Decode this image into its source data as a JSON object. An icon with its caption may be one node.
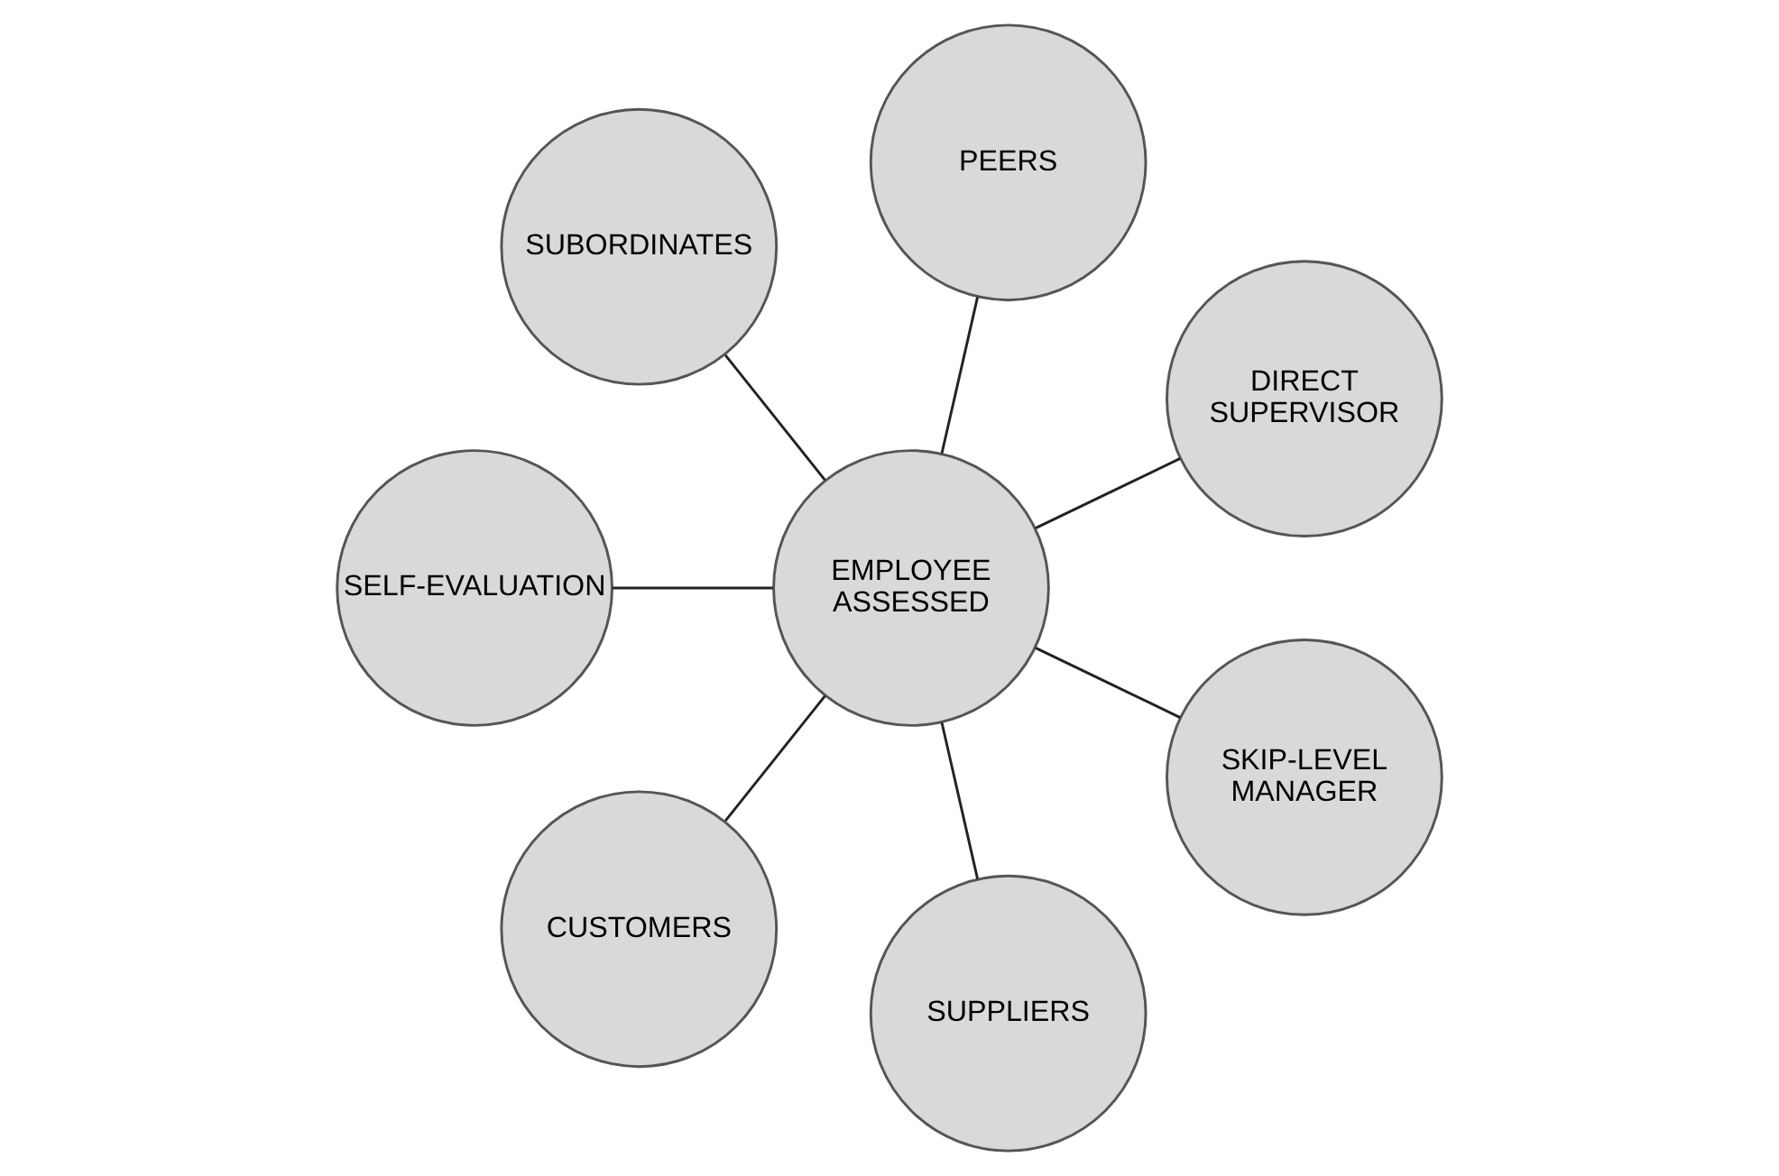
{
  "diagram": {
    "nodes": [
      {
        "text": [
          "EMPLOYEE ASSESSED"
        ]
      },
      {
        "text": [
          "DIRECT SUPERVISOR"
        ]
      },
      {
        "text": [
          "PEERS"
        ]
      },
      {
        "text": [
          "SUBORDINATES"
        ]
      },
      {
        "text": [
          "SELF-EVALUATION"
        ]
      },
      {
        "text": [
          "CUSTOMERS"
        ]
      },
      {
        "text": [
          "SUPPLIERS"
        ]
      },
      {
        "text": [
          "SKIP-LEVEL MANAGER"
        ]
      }
    ],
    "edges": [
      {
        "from": 0,
        "to": 1,
        "arrow": "none"
      },
      {
        "from": 0,
        "to": 2,
        "arrow": "none"
      },
      {
        "from": 0,
        "to": 3,
        "arrow": "none"
      },
      {
        "from": 0,
        "to": 4,
        "arrow": "none"
      },
      {
        "from": 0,
        "to": 5,
        "arrow": "none"
      },
      {
        "from": 0,
        "to": 6,
        "arrow": "none"
      },
      {
        "from": 0,
        "to": 7,
        "arrow": "none"
      }
    ]
  }
}
